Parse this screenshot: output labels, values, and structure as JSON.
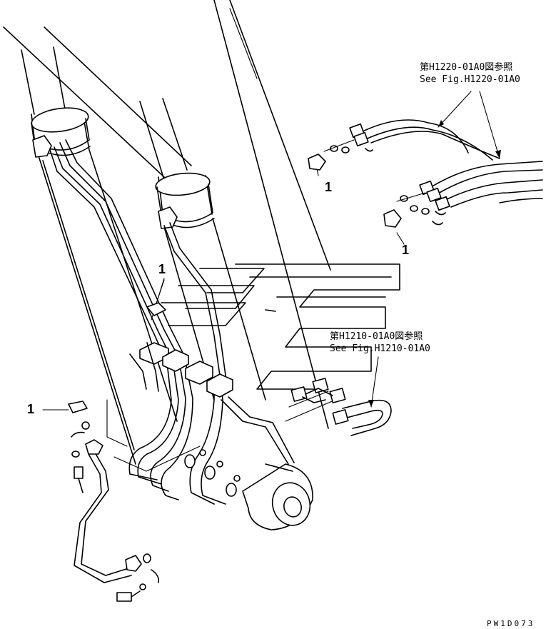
{
  "references": [
    {
      "ja": "第H1220-01A0図参照",
      "en": "See Fig.H1220-01A0"
    },
    {
      "ja": "第H1210-01A0図参照",
      "en": "See Fig.H1210-01A0"
    }
  ],
  "callouts": [
    "1",
    "1",
    "1",
    "1"
  ],
  "drawing_number": "PW1D073"
}
